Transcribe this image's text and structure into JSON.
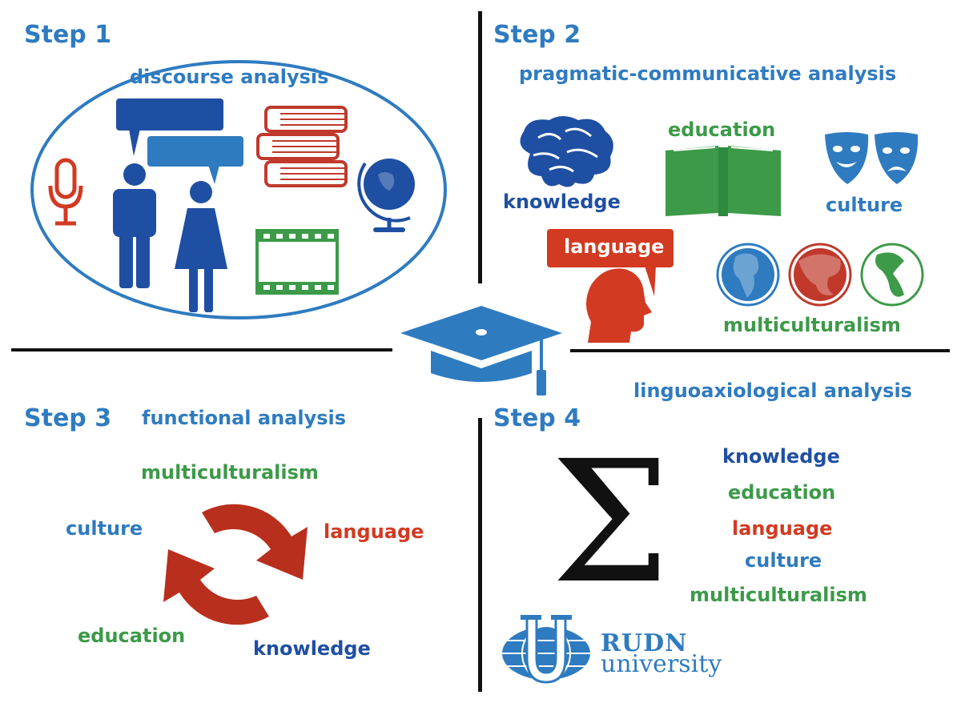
{
  "colors": {
    "blue": "#2f7bc0",
    "dark_blue": "#1f4fa2",
    "green": "#3c9a48",
    "red": "#d23a22",
    "black": "#111111"
  },
  "step1": {
    "label": "Step 1",
    "title": "discourse analysis",
    "icons": [
      "microphone-icon",
      "speech-bubble-icon",
      "man-icon",
      "woman-icon",
      "books-icon",
      "film-strip-icon",
      "globe-icon"
    ]
  },
  "step2": {
    "label": "Step 2",
    "title": "pragmatic-communicative analysis",
    "knowledge": "knowledge",
    "education": "education",
    "culture": "culture",
    "language": "language",
    "multiculturalism": "multiculturalism",
    "icons": [
      "brain-icon",
      "open-book-icon",
      "theatre-masks-icon",
      "head-icon",
      "earth-globe-icon"
    ]
  },
  "center": {
    "icon": "graduation-cap-icon"
  },
  "step3": {
    "label": "Step 3",
    "title": "functional analysis",
    "multiculturalism": "multiculturalism",
    "culture": "culture",
    "language": "language",
    "education": "education",
    "knowledge": "knowledge",
    "icon": "cycle-arrows-icon"
  },
  "step4": {
    "label": "Step 4",
    "title": "linguoaxiological analysis",
    "sigma": "Σ",
    "list": [
      {
        "text": "knowledge",
        "color": "#1f4fa2"
      },
      {
        "text": "education",
        "color": "#3c9a48"
      },
      {
        "text": "language",
        "color": "#d23a22"
      },
      {
        "text": "culture",
        "color": "#2f7bc0"
      },
      {
        "text": "multiculturalism",
        "color": "#3c9a48"
      }
    ]
  },
  "logo": {
    "line1": "RUDN",
    "line2": "university",
    "icon": "rudn-logo-icon"
  }
}
